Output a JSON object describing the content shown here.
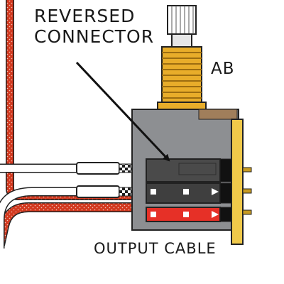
{
  "labels": {
    "callout": "REVERSED\nCONNECTOR",
    "pot_type": "AB",
    "output_cable": "OUTPUT CABLE"
  },
  "colors": {
    "cable_red": "#d2391f",
    "connector_red": "#e63027",
    "connector_black": "#3f3f3f",
    "pot_body": "#8d8f92",
    "thread_gold": "#e8ad2a",
    "pcb": "#f0c94a"
  }
}
